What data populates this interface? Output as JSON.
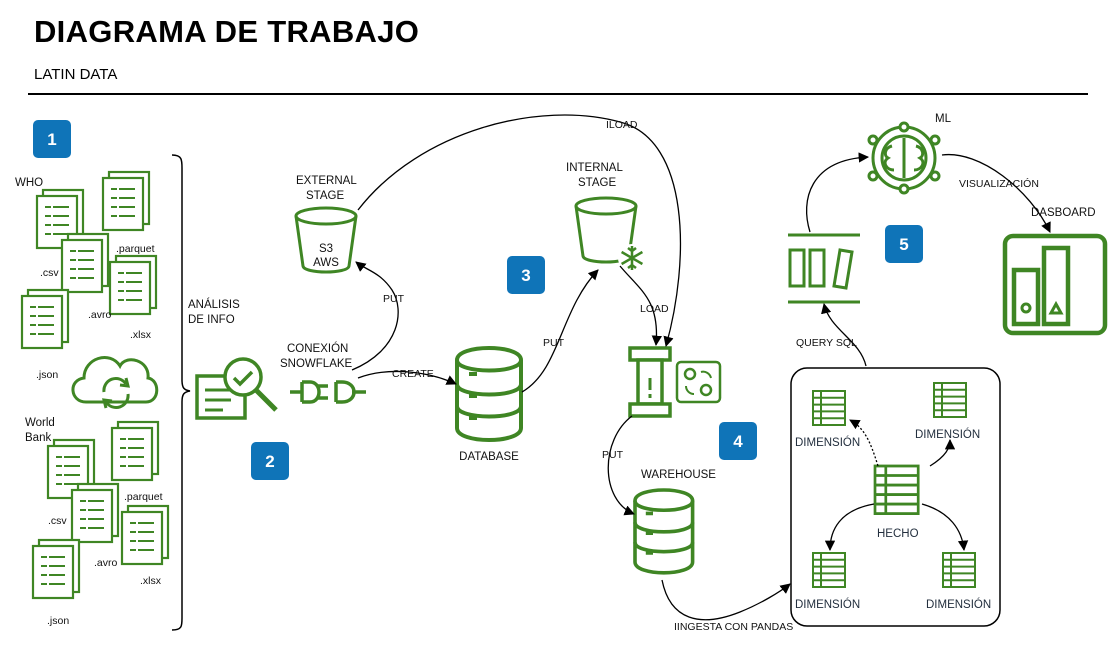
{
  "header": {
    "title": "DIAGRAMA DE TRABAJO",
    "subtitle": "LATIN DATA"
  },
  "colors": {
    "green": "#3f8624",
    "badge": "#0f74b8",
    "line": "#000000",
    "box_border": "#000000"
  },
  "steps": [
    "1",
    "2",
    "3",
    "4",
    "5"
  ],
  "sources": {
    "who": {
      "label": "WHO",
      "files": [
        ".csv",
        ".parquet",
        ".avro",
        ".xlsx",
        ".json"
      ]
    },
    "world_bank": {
      "label_line1": "World",
      "label_line2": "Bank",
      "files": [
        ".csv",
        ".parquet",
        ".avro",
        ".xlsx",
        ".json"
      ]
    }
  },
  "nodes": {
    "analysis": {
      "line1": "ANÁLISIS",
      "line2": "DE INFO"
    },
    "connection": {
      "line1": "CONEXIÓN",
      "line2": "SNOWFLAKE"
    },
    "external_stage": {
      "line1": "EXTERNAL",
      "line2": "STAGE",
      "bucket_line1": "S3",
      "bucket_line2": "AWS"
    },
    "internal_stage": {
      "line1": "INTERNAL",
      "line2": "STAGE"
    },
    "database": {
      "label": "DATABASE"
    },
    "warehouse": {
      "label": "WAREHOUSE"
    },
    "ml": {
      "label": "ML"
    },
    "dashboard": {
      "label": "DASBOARD"
    },
    "star_schema": {
      "fact": "HECHO",
      "dimensions": [
        "DIMENSIÓN",
        "DIMENSIÓN",
        "DIMENSIÓN",
        "DIMENSIÓN"
      ]
    }
  },
  "edges": {
    "iload": "ILOAD",
    "put_external": "PUT",
    "create": "CREATE",
    "put_internal": "PUT",
    "load": "LOAD",
    "put_warehouse": "PUT",
    "ingesta": "IINGESTA CON PANDAS",
    "query_sql": "QUERY SQL",
    "visualizacion": "VISUALIZACIÓN"
  }
}
